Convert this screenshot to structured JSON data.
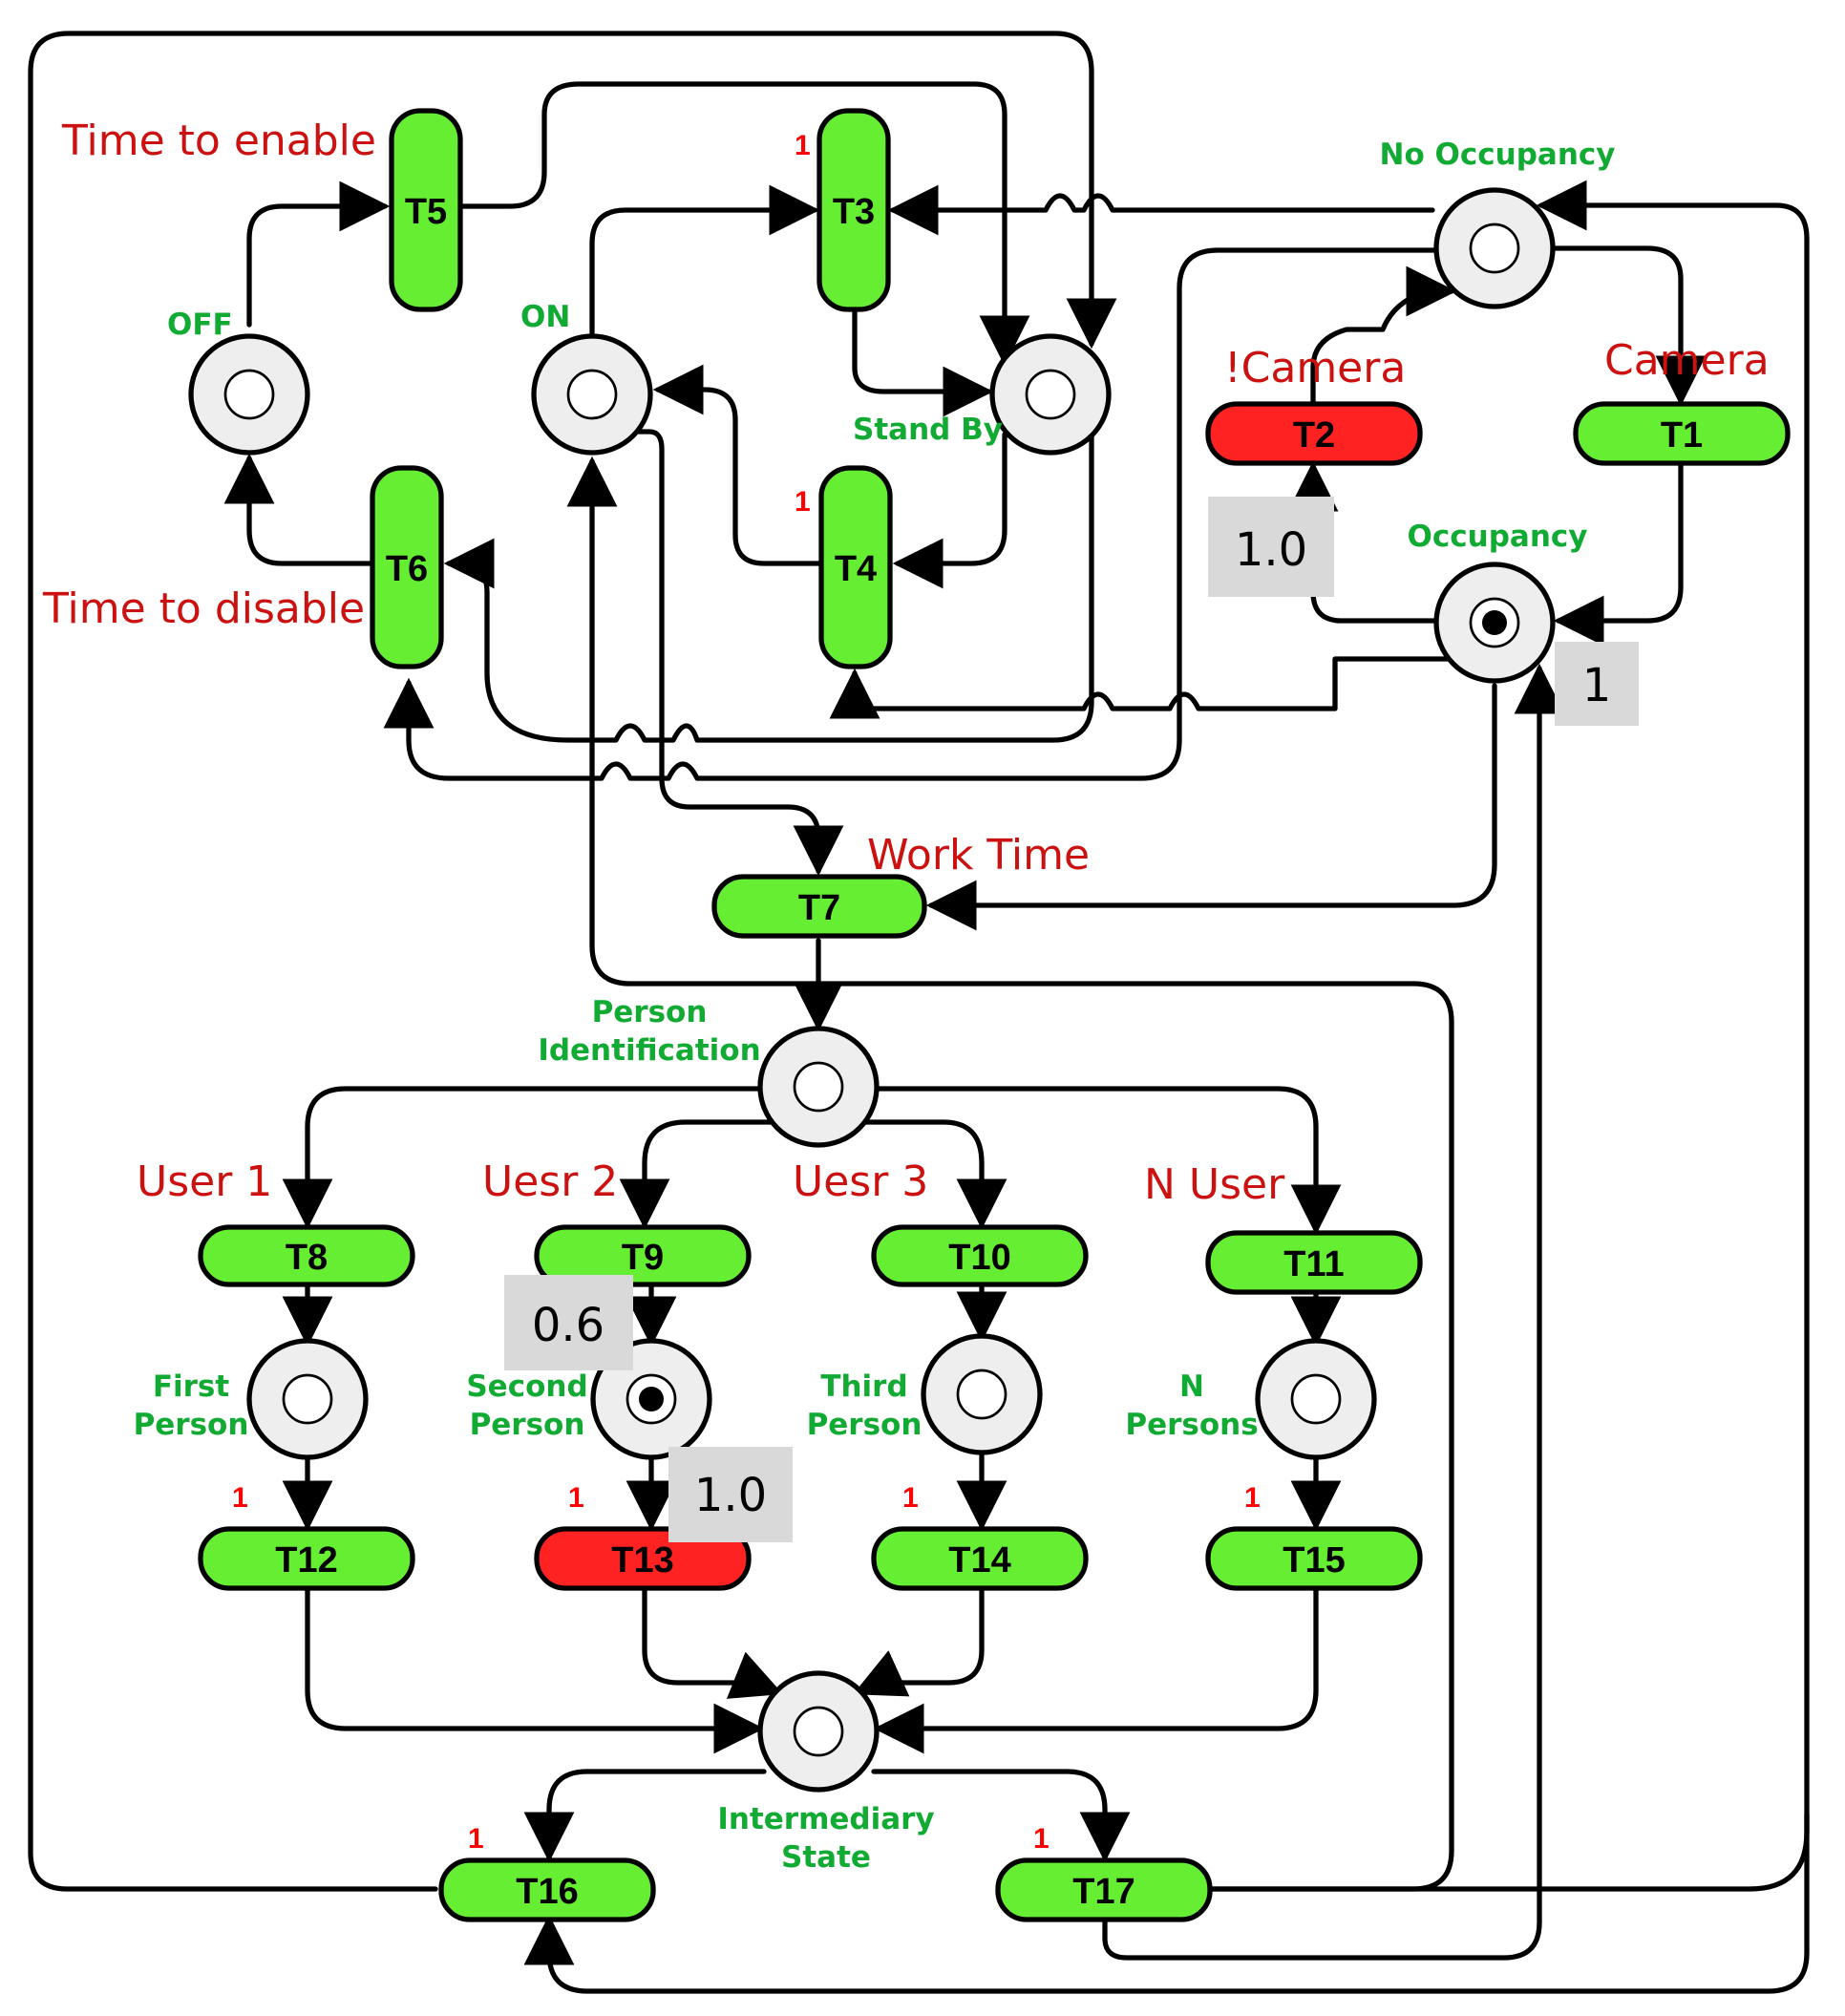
{
  "colors": {
    "transition_enabled": "#66ee33",
    "transition_alert": "#ff2222",
    "place_label": "#11aa33",
    "condition_label": "#cc1111",
    "priority_label": "#ff0000",
    "weight_box": "#d9d9d9"
  },
  "places": {
    "off": "OFF",
    "on": "ON",
    "stand_by": "Stand By",
    "no_occupancy": "No Occupancy",
    "occupancy": "Occupancy",
    "person_identification": [
      "Person",
      "Identification"
    ],
    "first_person": [
      "First",
      "Person"
    ],
    "second_person": [
      "Second",
      "Person"
    ],
    "third_person": [
      "Third",
      "Person"
    ],
    "n_persons": [
      "N",
      "Persons"
    ],
    "intermediary_state": [
      "Intermediary",
      "State"
    ]
  },
  "transitions": {
    "t1": "T1",
    "t2": "T2",
    "t3": "T3",
    "t4": "T4",
    "t5": "T5",
    "t6": "T6",
    "t7": "T7",
    "t8": "T8",
    "t9": "T9",
    "t10": "T10",
    "t11": "T11",
    "t12": "T12",
    "t13": "T13",
    "t14": "T14",
    "t15": "T15",
    "t16": "T16",
    "t17": "T17"
  },
  "conditions": {
    "time_to_enable": "Time to enable",
    "time_to_disable": "Time to disable",
    "not_camera": "!Camera",
    "camera": "Camera",
    "work_time": "Work Time",
    "user_1": "User 1",
    "user_2": "Uesr 2",
    "user_3": "Uesr 3",
    "n_user": "N User"
  },
  "priorities": {
    "t3": "1",
    "t4": "1",
    "t12": "1",
    "t13": "1",
    "t14": "1",
    "t15": "1",
    "t16": "1",
    "t17": "1"
  },
  "weights": {
    "t2": "1.0",
    "occupancy": "1",
    "t9": "0.6",
    "t13": "1.0"
  }
}
